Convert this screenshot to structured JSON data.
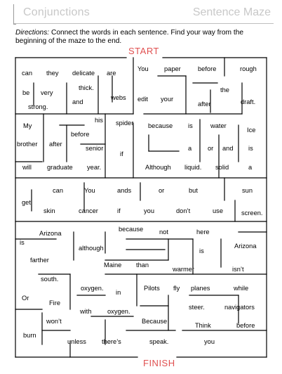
{
  "header": {
    "left": "Conjunctions",
    "right": "Sentence Maze"
  },
  "directions": {
    "label": "Directions:",
    "text": " Connect the words in each sentence.  Find your way from the beginning of the maze to the end."
  },
  "start": "START",
  "finish": "FINISH",
  "words": [
    "can",
    "they",
    "delicate",
    "are",
    "You",
    "paper",
    "before",
    "rough",
    "thick.",
    "be",
    "very",
    "webs",
    "edit",
    "your",
    "the",
    "strong.",
    "and",
    "after",
    "draft.",
    "his",
    "My",
    "spider",
    "because",
    "is",
    "water",
    "Ice",
    "before",
    "brother",
    "after",
    "senior",
    "a",
    "or",
    "and",
    "is",
    "if",
    "will",
    "graduate",
    "year.",
    "Although",
    "liquid.",
    "solid",
    "a",
    "can",
    "You",
    "ands",
    "or",
    "but",
    "sun",
    "get",
    "skin",
    "cancer",
    "if",
    "you",
    "don’t",
    "use",
    "screen.",
    "because",
    "Arizona",
    "not",
    "here",
    "is",
    "although",
    "Arizona",
    "is",
    "farther",
    "Maine",
    "than",
    "warmer",
    "isn’t",
    "south.",
    "oxygen.",
    "in",
    "Pilots",
    "fly",
    "planes",
    "while",
    "Or",
    "Fire",
    "steer.",
    "navigators",
    "with",
    "oxygen.",
    "Because",
    "won’t",
    "Think",
    "before",
    "burn",
    "unless",
    "there’s",
    "speak.",
    "you"
  ]
}
